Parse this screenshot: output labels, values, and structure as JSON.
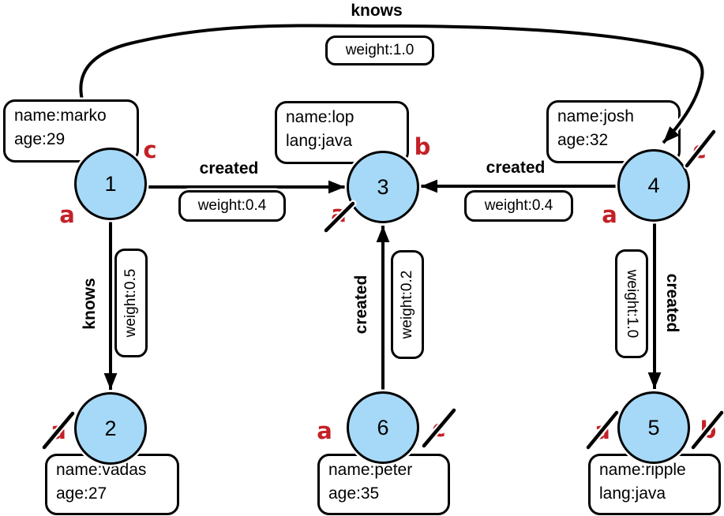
{
  "colors": {
    "node_fill": "#a6d9f7",
    "node_border": "#000000",
    "mark_red": "#c42127",
    "edge_black": "#000000",
    "background": "#ffffff"
  },
  "nodes": {
    "n1": {
      "label": "1"
    },
    "n2": {
      "label": "2"
    },
    "n3": {
      "label": "3"
    },
    "n4": {
      "label": "4"
    },
    "n5": {
      "label": "5"
    },
    "n6": {
      "label": "6"
    }
  },
  "prop_boxes": {
    "marko": {
      "line1": "name:marko",
      "line2": "age:29"
    },
    "lop": {
      "line1": "name:lop",
      "line2": "lang:java"
    },
    "josh": {
      "line1": "name:josh",
      "line2": "age:32"
    },
    "vadas": {
      "line1": "name:vadas",
      "line2": "age:27"
    },
    "peter": {
      "line1": "name:peter",
      "line2": "age:35"
    },
    "ripple": {
      "line1": "name:ripple",
      "line2": "lang:java"
    }
  },
  "edges": {
    "knows_1_4": {
      "label": "knows",
      "weight": "weight:1.0"
    },
    "created_1_3": {
      "label": "created",
      "weight": "weight:0.4"
    },
    "created_4_3": {
      "label": "created",
      "weight": "weight:0.4"
    },
    "knows_1_2": {
      "label": "knows",
      "weight": "weight:0.5"
    },
    "created_6_3": {
      "label": "created",
      "weight": "weight:0.2"
    },
    "created_4_5": {
      "label": "created",
      "weight": "weight:1.0"
    }
  },
  "marks": {
    "n1_c": {
      "letter": "c",
      "crossed": false
    },
    "n1_a": {
      "letter": "a",
      "crossed": false
    },
    "n3_b": {
      "letter": "b",
      "crossed": false
    },
    "n3_a": {
      "letter": "a",
      "crossed": true
    },
    "n4_c": {
      "letter": "c",
      "crossed": true
    },
    "n4_a": {
      "letter": "a",
      "crossed": false
    },
    "n2_a": {
      "letter": "a",
      "crossed": true
    },
    "n6_a": {
      "letter": "a",
      "crossed": false
    },
    "n6_c": {
      "letter": "c",
      "crossed": true
    },
    "n5_a": {
      "letter": "a",
      "crossed": true
    },
    "n5_b": {
      "letter": "b",
      "crossed": true
    }
  }
}
